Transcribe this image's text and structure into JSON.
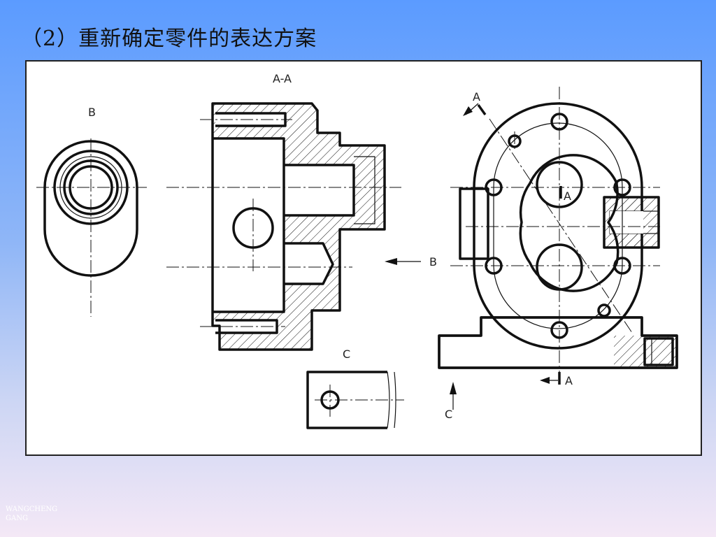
{
  "slide": {
    "title": "（2）重新确定零件的表达方案",
    "watermark": "WANGCHENGGANG"
  },
  "drawing": {
    "labels": {
      "view_b": "B",
      "section_aa": "A-A",
      "view_c": "C",
      "arrow_b": "B",
      "arrow_c": "C",
      "cut_a_top": "A",
      "cut_a_mid": "A",
      "cut_a_bottom": "A"
    }
  }
}
